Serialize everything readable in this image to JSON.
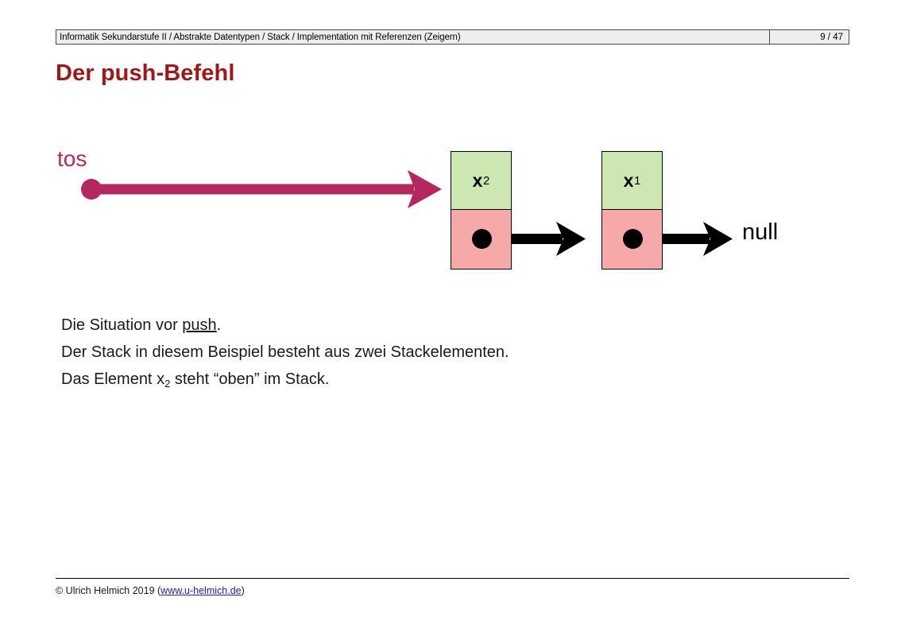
{
  "header": {
    "breadcrumb": "Informatik Sekundarstufe II / Abstrakte Datentypen / Stack / Implementation mit Referenzen (Zeigern)",
    "page_indicator": "9 / 47"
  },
  "title": "Der push-Befehl",
  "diagram": {
    "tos_label": "tos",
    "null_label": "null",
    "nodes": [
      {
        "value": "x",
        "subscript": "2"
      },
      {
        "value": "x",
        "subscript": "1"
      }
    ],
    "colors": {
      "value_cell": "#cce7b0",
      "pointer_cell": "#f7a9a9",
      "tos_accent": "#b5275f",
      "pointer_arrow": "#000000",
      "title": "#9e1818"
    }
  },
  "body": {
    "line1_prefix": "Die Situation vor ",
    "line1_underlined": "push",
    "line1_suffix": ".",
    "line2": "Der Stack in diesem Beispiel besteht aus zwei Stackelementen.",
    "line3_prefix": "Das Element ",
    "line3_var": "x",
    "line3_sub": "2",
    "line3_suffix": " steht “oben” im Stack."
  },
  "footer": {
    "copyright_prefix": "© Ulrich Helmich 2019 (",
    "link": "www.u-helmich.de",
    "copyright_suffix": ")"
  }
}
